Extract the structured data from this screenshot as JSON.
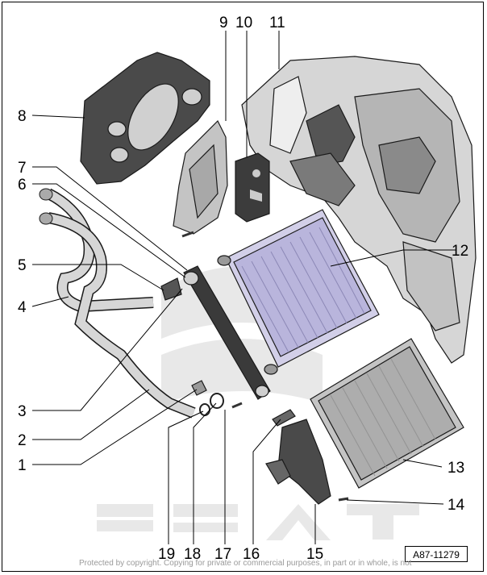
{
  "callouts": [
    "1",
    "2",
    "3",
    "4",
    "5",
    "6",
    "7",
    "8",
    "9",
    "10",
    "11",
    "12",
    "13",
    "14",
    "15",
    "16",
    "17",
    "18",
    "19"
  ],
  "watermark": "SEAT",
  "reference_code": "A87-11279",
  "copyright_text": "Protected by copyright. Copying for private or commercial purposes, in part or in whole, is not",
  "colors": {
    "line": "#000000",
    "part_dark": "#3a3a3a",
    "part_light": "#c8c8c8",
    "radiator_tint": "#c9c6e6",
    "watermark": "#e6e6e6"
  }
}
